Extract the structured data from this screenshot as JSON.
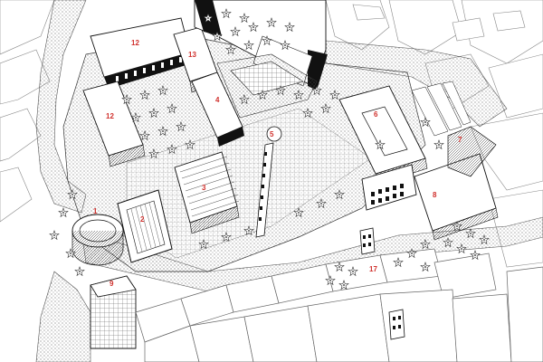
{
  "map": {
    "accent_color": "#d0312d",
    "ink_color": "#1a1a1a",
    "building_labels": [
      {
        "id": "b1",
        "text": "1"
      },
      {
        "id": "b2",
        "text": "2"
      },
      {
        "id": "b3",
        "text": "3"
      },
      {
        "id": "b4",
        "text": "4"
      },
      {
        "id": "b5",
        "text": "5"
      },
      {
        "id": "b6",
        "text": "6"
      },
      {
        "id": "b7",
        "text": "7"
      },
      {
        "id": "b8",
        "text": "8"
      },
      {
        "id": "b9",
        "text": "9"
      },
      {
        "id": "b12a",
        "text": "12"
      },
      {
        "id": "b12b",
        "text": "12"
      },
      {
        "id": "b13",
        "text": "13"
      },
      {
        "id": "b17",
        "text": "17"
      }
    ]
  }
}
